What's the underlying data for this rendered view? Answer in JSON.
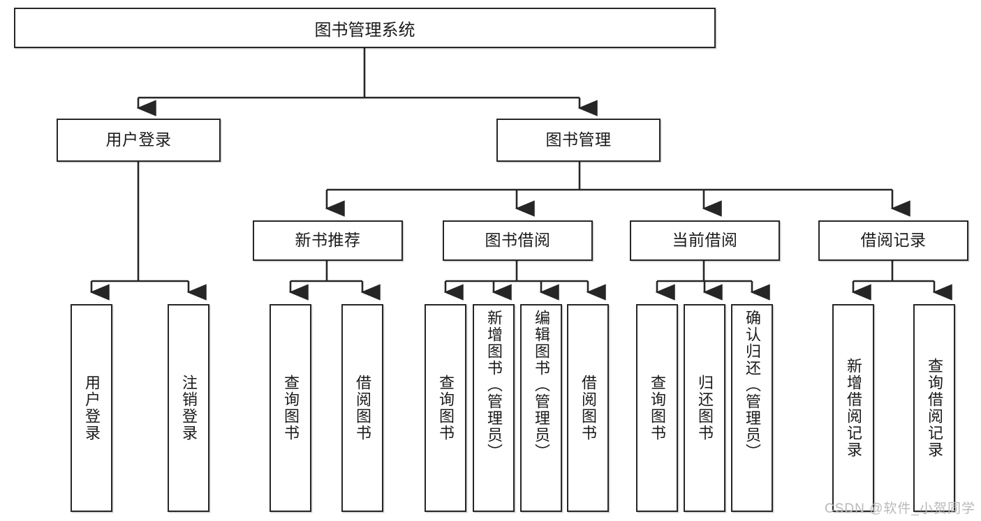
{
  "diagram": {
    "title": "图书管理系统",
    "type": "tree",
    "watermark": "CSDN @软件_小贺同学",
    "colors": {
      "box_border": "#262626",
      "box_fill": "#ffffff",
      "line": "#262626",
      "text": "#1a1a1a",
      "watermark": "#b9b9b9"
    },
    "levels": {
      "root": "图书管理系统",
      "level2": [
        "用户登录",
        "图书管理"
      ],
      "level3": [
        "新书推荐",
        "图书借阅",
        "当前借阅",
        "借阅记录"
      ]
    },
    "nodes": {
      "root": "图书管理系统",
      "user_login": "用户登录",
      "book_manage": "图书管理",
      "new_book_rec": "新书推荐",
      "book_borrow": "图书借阅",
      "current_borrow": "当前借阅",
      "borrow_record": "借阅记录",
      "leaf_user_login": "用户登录",
      "leaf_logout": "注销登录",
      "leaf_query_book_1": "查询图书",
      "leaf_borrow_book_1": "借阅图书",
      "leaf_query_book_2": "查询图书",
      "leaf_add_book": "新增图书（管理员）",
      "leaf_edit_book": "编辑图书（管理员）",
      "leaf_borrow_book_2": "借阅图书",
      "leaf_query_book_3": "查询图书",
      "leaf_return_book": "归还图书",
      "leaf_confirm_return": "确认归还（管理员）",
      "leaf_add_record": "新增借阅记录",
      "leaf_query_record": "查询借阅记录"
    },
    "edges": [
      {
        "from": "图书管理系统",
        "to": "用户登录"
      },
      {
        "from": "图书管理系统",
        "to": "图书管理"
      },
      {
        "from": "图书管理",
        "to": "新书推荐"
      },
      {
        "from": "图书管理",
        "to": "图书借阅"
      },
      {
        "from": "图书管理",
        "to": "当前借阅"
      },
      {
        "from": "图书管理",
        "to": "借阅记录"
      },
      {
        "from": "用户登录",
        "to": "用户登录"
      },
      {
        "from": "用户登录",
        "to": "注销登录"
      },
      {
        "from": "新书推荐",
        "to": "查询图书"
      },
      {
        "from": "新书推荐",
        "to": "借阅图书"
      },
      {
        "from": "图书借阅",
        "to": "查询图书"
      },
      {
        "from": "图书借阅",
        "to": "新增图书（管理员）"
      },
      {
        "from": "图书借阅",
        "to": "编辑图书（管理员）"
      },
      {
        "from": "图书借阅",
        "to": "借阅图书"
      },
      {
        "from": "当前借阅",
        "to": "查询图书"
      },
      {
        "from": "当前借阅",
        "to": "归还图书"
      },
      {
        "from": "当前借阅",
        "to": "确认归还（管理员）"
      },
      {
        "from": "借阅记录",
        "to": "新增借阅记录"
      },
      {
        "from": "借阅记录",
        "to": "查询借阅记录"
      }
    ]
  }
}
